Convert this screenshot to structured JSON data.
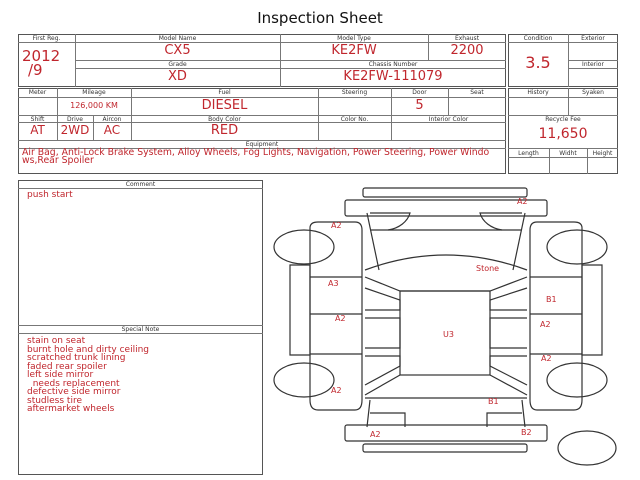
{
  "title": "Inspection Sheet",
  "labels": {
    "first_reg": "First Reg.",
    "model_name": "Model Name",
    "model_type": "Model Type",
    "exhaust": "Exhaust",
    "grade": "Grade",
    "chassis": "Chassis Number",
    "meter": "Meter",
    "mileage": "Mileage",
    "fuel": "Fuel",
    "steering": "Steering",
    "door": "Door",
    "seat": "Seat",
    "shift": "Shift",
    "drive": "Drive",
    "aircon": "Aircon",
    "body_color": "Body Color",
    "color_no": "Color No.",
    "interior_color": "Interior Color",
    "equipment": "Equipment",
    "condition": "Condition",
    "exterior": "Exterior",
    "interior": "Interior",
    "history": "History",
    "syaken": "Syaken",
    "recycle_fee": "Recycle Fee",
    "length": "Length",
    "width": "Widht",
    "height": "Height",
    "comment": "Comment",
    "special_note": "Special Note"
  },
  "values": {
    "first_reg_year": "2012",
    "first_reg_month": "/9",
    "model_name": "CX5",
    "model_type": "KE2FW",
    "exhaust": "2200",
    "grade": "XD",
    "chassis": "KE2FW-111079",
    "mileage": "126,000 KM",
    "fuel": "DIESEL",
    "door": "5",
    "shift": "AT",
    "drive": "2WD",
    "aircon": "AC",
    "body_color": "RED",
    "equipment": "Air Bag, Anti-Lock Brake System, Alloy Wheels, Fog Lights, Navigation, Power Steering, Power Windows,Rear Spoiler",
    "condition": "3.5",
    "recycle_fee": "11,650"
  },
  "comment": "push start",
  "special_notes": [
    "stain on seat",
    "burnt hole and dirty ceiling",
    "scratched trunk lining",
    "faded rear spoiler",
    "left side mirror",
    "  needs replacement",
    "defective side mirror",
    "studless tire",
    "aftermarket wheels"
  ],
  "damage_marks": [
    "A2",
    "A2",
    "Stone",
    "A3",
    "B1",
    "A2",
    "A2",
    "U3",
    "A2",
    "A2",
    "B1",
    "A2",
    "B2"
  ]
}
